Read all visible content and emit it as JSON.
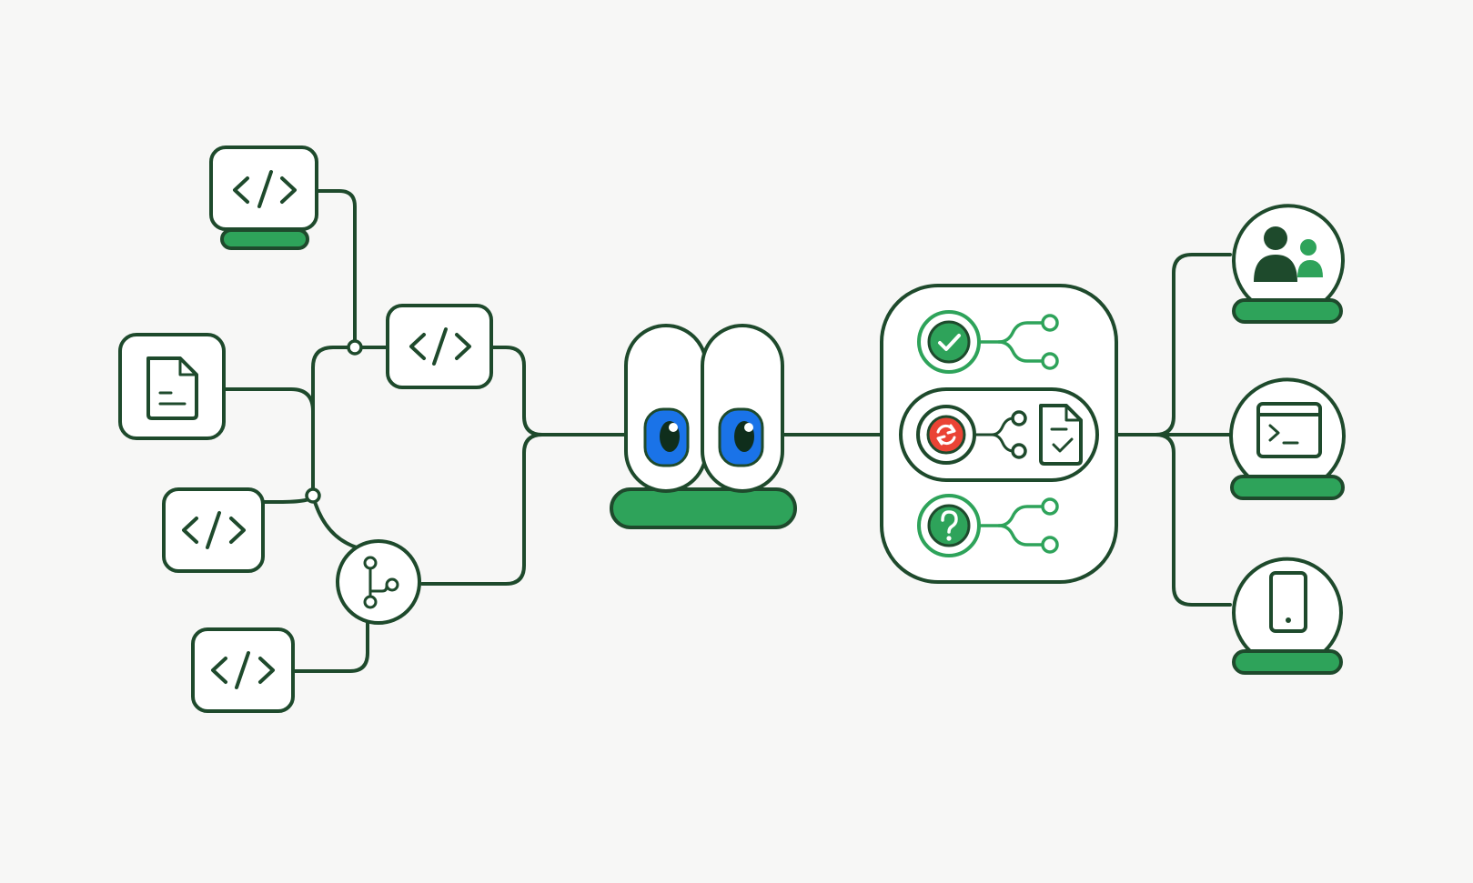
{
  "colors": {
    "background": "#f7f7f6",
    "outline": "#1e4a2c",
    "accent_green": "#2ea35a",
    "eye_blue": "#1a73e8",
    "error_red": "#ea4335"
  },
  "nodes": {
    "sources": [
      {
        "kind": "code",
        "icon": "code-brackets-icon"
      },
      {
        "kind": "document",
        "icon": "document-icon"
      },
      {
        "kind": "code",
        "icon": "code-brackets-icon"
      },
      {
        "kind": "code",
        "icon": "code-brackets-icon"
      },
      {
        "kind": "code",
        "icon": "code-brackets-icon"
      },
      {
        "kind": "git",
        "icon": "git-branch-icon"
      }
    ],
    "reviewer": {
      "icon": "eyes-mascot-icon"
    },
    "checks": [
      {
        "status": "pass",
        "icon": "check-circle-icon",
        "color": "#2ea35a"
      },
      {
        "status": "fail",
        "icon": "sync-error-icon",
        "color": "#ea4335"
      },
      {
        "status": "unknown",
        "icon": "question-circle-icon",
        "color": "#2ea35a"
      }
    ],
    "outputs": [
      {
        "kind": "people",
        "icon": "users-icon"
      },
      {
        "kind": "terminal",
        "icon": "terminal-icon"
      },
      {
        "kind": "mobile",
        "icon": "mobile-phone-icon"
      }
    ]
  }
}
